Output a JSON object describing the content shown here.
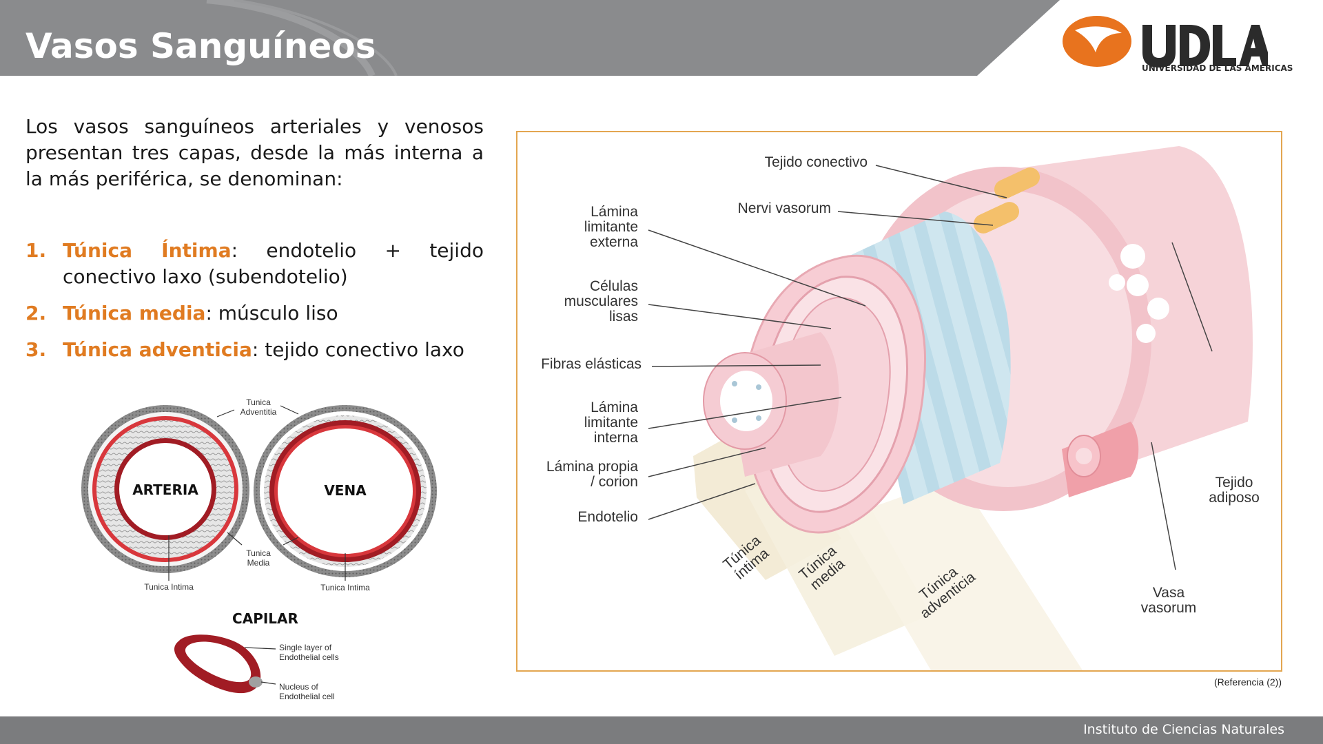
{
  "header": {
    "title": "Vasos Sanguíneos"
  },
  "logo": {
    "name": "UDLA",
    "subtitle": "UNIVERSIDAD DE LAS AMÉRICAS"
  },
  "intro": "Los vasos sanguíneos arteriales y venosos presentan tres capas, desde la más interna a la más periférica, se denominan:",
  "layers": [
    {
      "num": "1.",
      "term": "Túnica Íntima",
      "desc": ": endotelio + tejido conectivo laxo (subendotelio)"
    },
    {
      "num": "2.",
      "term": "Túnica media",
      "desc": ": músculo liso"
    },
    {
      "num": "3.",
      "term": "Túnica adventicia",
      "desc": ": tejido conectivo laxo"
    }
  ],
  "left_figure": {
    "artery_label": "ARTERIA",
    "vein_label": "VENA",
    "adventitia_line1": "Tunica",
    "adventitia_line2": "Adventitia",
    "media_line1": "Tunica",
    "media_line2": "Media",
    "intima_artery": "Tunica Intima",
    "intima_vein": "Tunica Intima",
    "capillary_label": "CAPILAR",
    "endo_layer_line1": "Single layer of",
    "endo_layer_line2": "Endothelial cells",
    "nucleus_line1": "Nucleus of",
    "nucleus_line2": "Endothelial cell"
  },
  "main_figure": {
    "tejido_conectivo": "Tejido conectivo",
    "nervi_vasorum": "Nervi vasorum",
    "lle_1": "Lámina",
    "lle_2": "limitante",
    "lle_3": "externa",
    "cml_1": "Células",
    "cml_2": "musculares",
    "cml_3": "lisas",
    "fibras": "Fibras elásticas",
    "lli_1": "Lámina",
    "lli_2": "limitante",
    "lli_3": "interna",
    "lp_1": "Lámina propia",
    "lp_2": "/ corion",
    "endotelio": "Endotelio",
    "ti_1": "Túnica",
    "ti_2": "íntima",
    "tm_1": "Túnica",
    "tm_2": "media",
    "ta_1": "Túnica",
    "ta_2": "adventicia",
    "ta_adip_1": "Tejido",
    "ta_adip_2": "adiposo",
    "vv_1": "Vasa",
    "vv_2": "vasorum"
  },
  "reference": "(Referencia (2))",
  "footer": "Instituto de Ciencias Naturales",
  "colors": {
    "accent": "#e07b21",
    "header": "#8a8b8d",
    "footer": "#7b7c7e",
    "frame": "#e3a650"
  }
}
